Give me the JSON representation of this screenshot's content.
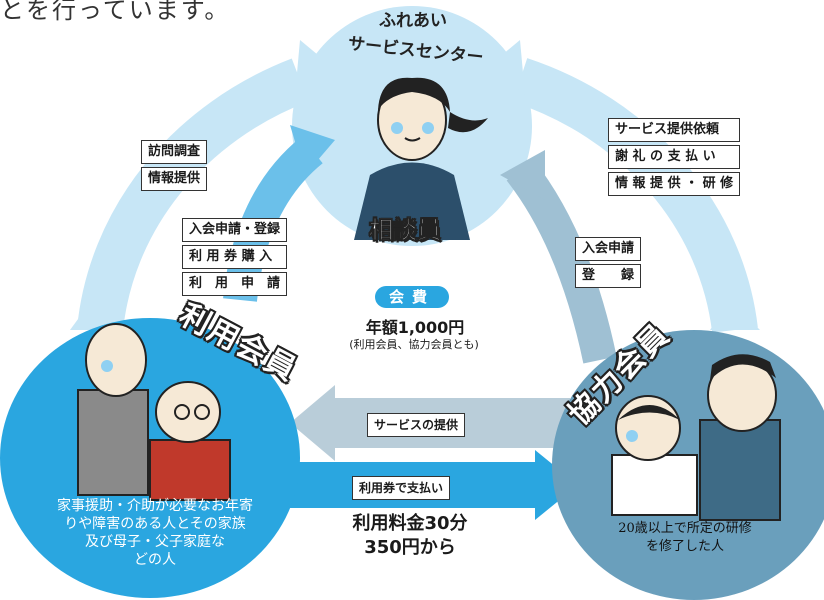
{
  "header": {
    "text": "とを行っています。"
  },
  "center": {
    "title_line1": "ふれあい",
    "title_line2": "サービスセンター",
    "staff": "相談員"
  },
  "left_arrow_labels": [
    "訪問調査",
    "情報提供"
  ],
  "user_to_center_labels": [
    "入会申請・登録",
    "利 用 券 購 入",
    "利　用　申　請"
  ],
  "right_top_labels": [
    "サービス提供依頼",
    "謝 礼 の 支 払 い",
    "情 報 提 供 ・ 研 修"
  ],
  "right_mid_labels": [
    "入会申請",
    "登　　録"
  ],
  "membership_fee": {
    "pill": "会費",
    "amount": "年額1,000円",
    "note": "(利用会員、協力会員とも)"
  },
  "user_member": {
    "title": "利用会員",
    "description_lines": [
      "家事援助・介助が必要なお年寄",
      "りや障害のある人とその家族",
      "及び母子・父子家庭な",
      "どの人"
    ]
  },
  "cooperating_member": {
    "title": "協力会員",
    "description_lines": [
      "20歳以上で所定の研修",
      "を修了した人"
    ]
  },
  "flows": {
    "service": "サービスの提供",
    "payment": "利用券で支払い"
  },
  "fee": {
    "line1": "利用料金30分",
    "line2": "350円から"
  },
  "colors": {
    "light_blue": "#c7e6f6",
    "blue": "#2aa6e0",
    "slate_blue": "#6a9fbc"
  }
}
